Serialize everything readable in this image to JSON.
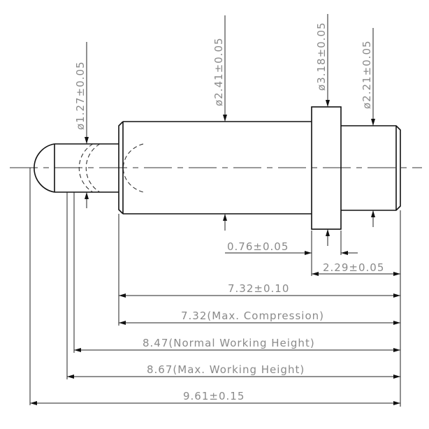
{
  "drawing": {
    "diameters": {
      "tip": "ø1.27±0.05",
      "body": "ø2.41±0.05",
      "flange": "ø3.18±0.05",
      "tail": "ø2.21±0.05"
    },
    "lengths": {
      "flange_width": "0.76±0.05",
      "tail_length": "2.29±0.05",
      "body_length": "7.32±0.10",
      "max_compression": "7.32(Max. Compression)",
      "normal_working_height": "8.47(Normal Working Height)",
      "max_working_height": "8.67(Max. Working Height)",
      "total_length": "9.61±0.15"
    }
  }
}
